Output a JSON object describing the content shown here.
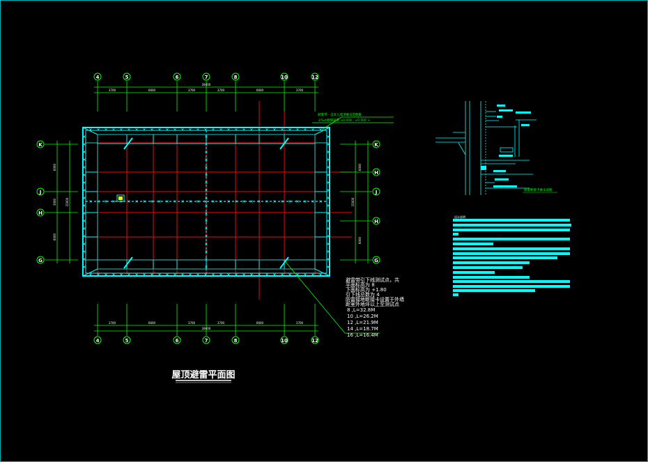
{
  "drawing": {
    "title": "屋顶避雷平面图",
    "axes_top": [
      "4",
      "5",
      "6",
      "7",
      "8",
      "10",
      "12"
    ],
    "axes_left": [
      "K",
      "J",
      "H",
      "G"
    ],
    "axes_right": [
      "K",
      "H",
      "J",
      "H",
      "G"
    ],
    "dims_top": [
      "3700",
      "6600",
      "3700",
      "3700",
      "6600",
      "3700"
    ],
    "total_top": "28400",
    "dims_left": [
      "6000",
      "3000",
      "6000"
    ],
    "total_left": "15000",
    "dims_right": [
      "6000",
      "6000"
    ],
    "total_right": "15000",
    "leader_note": [
      "避雷带 - 沿女儿墙顶做法见图集",
      "-25x4镀锌扁钢 ±0.000 , ±0.000 +"
    ],
    "notes_white": [
      "避雷带引下线测试点，共",
      "平面标高为 8",
      "下面标高为 +1.80",
      "引下线总数为 4",
      "防雷接地断接卡设置于外墙",
      "距室外地坪以上至测试点",
      "8 ,L=32.8M",
      "10 ,L=26.2M",
      "12 ,L=21.9M",
      "14 ,L=18.7M",
      "16 ,L=16.4M"
    ],
    "detail_caption": "防雷断接卡做法详图",
    "notes_right_title": "设计说明",
    "notes_right_fragments": [
      "1.",
      "2.",
      "3.",
      "4.",
      "5.",
      "6.",
      "7.",
      "8.",
      "9.",
      "10."
    ]
  },
  "colors": {
    "background": "#000000",
    "border": "#00b8b8",
    "cyan": "#00ffff",
    "green": "#00ff00",
    "red": "#ff0000",
    "white": "#ffffff",
    "yellow": "#ffff00"
  }
}
